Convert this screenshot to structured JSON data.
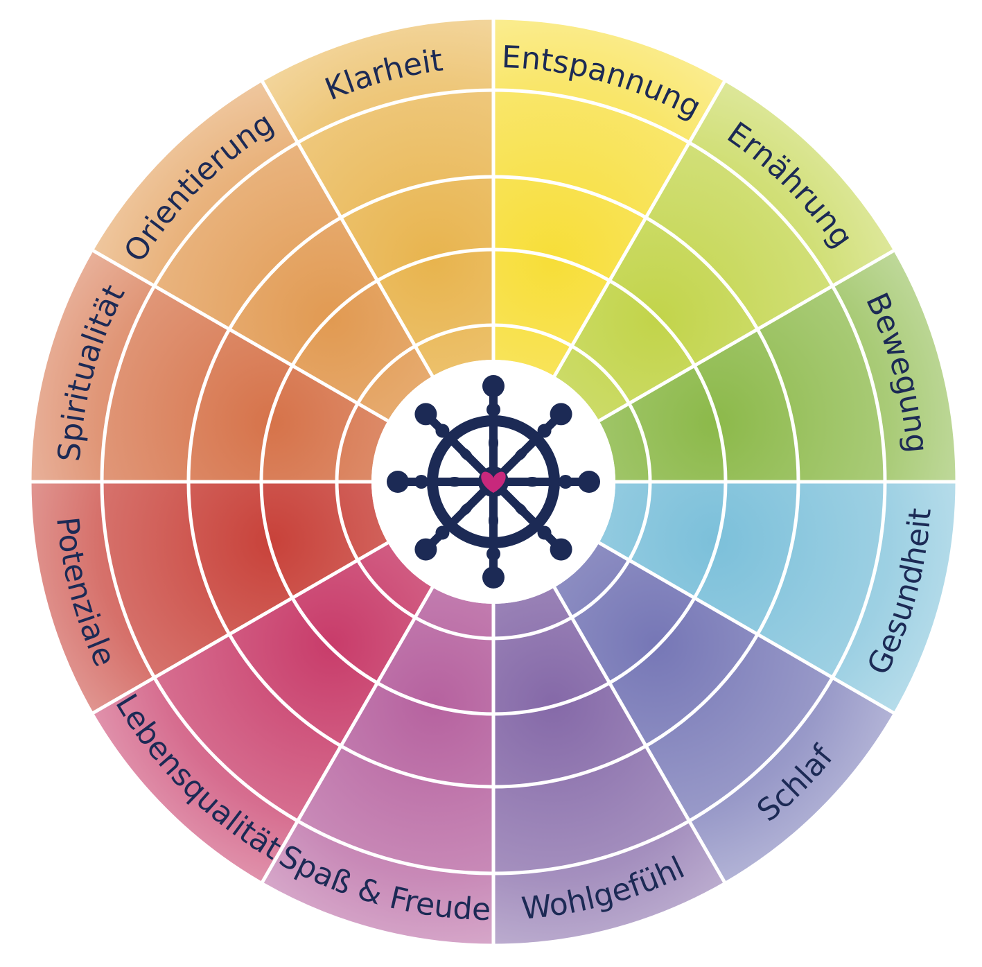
{
  "wheel": {
    "segments": [
      {
        "label": "Entspannung",
        "color": "#f7de38"
      },
      {
        "label": "Ernährung",
        "color": "#c2d44a"
      },
      {
        "label": "Bewegung",
        "color": "#8cb94a"
      },
      {
        "label": "Gesundheit",
        "color": "#7cc0da"
      },
      {
        "label": "Schlaf",
        "color": "#7677b6"
      },
      {
        "label": "Wohlgefühl",
        "color": "#8569a8"
      },
      {
        "label": "Spaß & Freude",
        "color": "#b6629f"
      },
      {
        "label": "Lebensqualität",
        "color": "#c83c6a"
      },
      {
        "label": "Potenziale",
        "color": "#c8423a"
      },
      {
        "label": "Spiritualität",
        "color": "#d6734a"
      },
      {
        "label": "Orientierung",
        "color": "#e19a52"
      },
      {
        "label": "Klarheit",
        "color": "#e8b44e"
      }
    ],
    "ring_count": 5,
    "center_icon": "ship-wheel-icon",
    "center_accent_icon": "heart-icon",
    "icon_color": "#1c2a55",
    "heart_color": "#c8287c",
    "divider_color": "#ffffff"
  }
}
